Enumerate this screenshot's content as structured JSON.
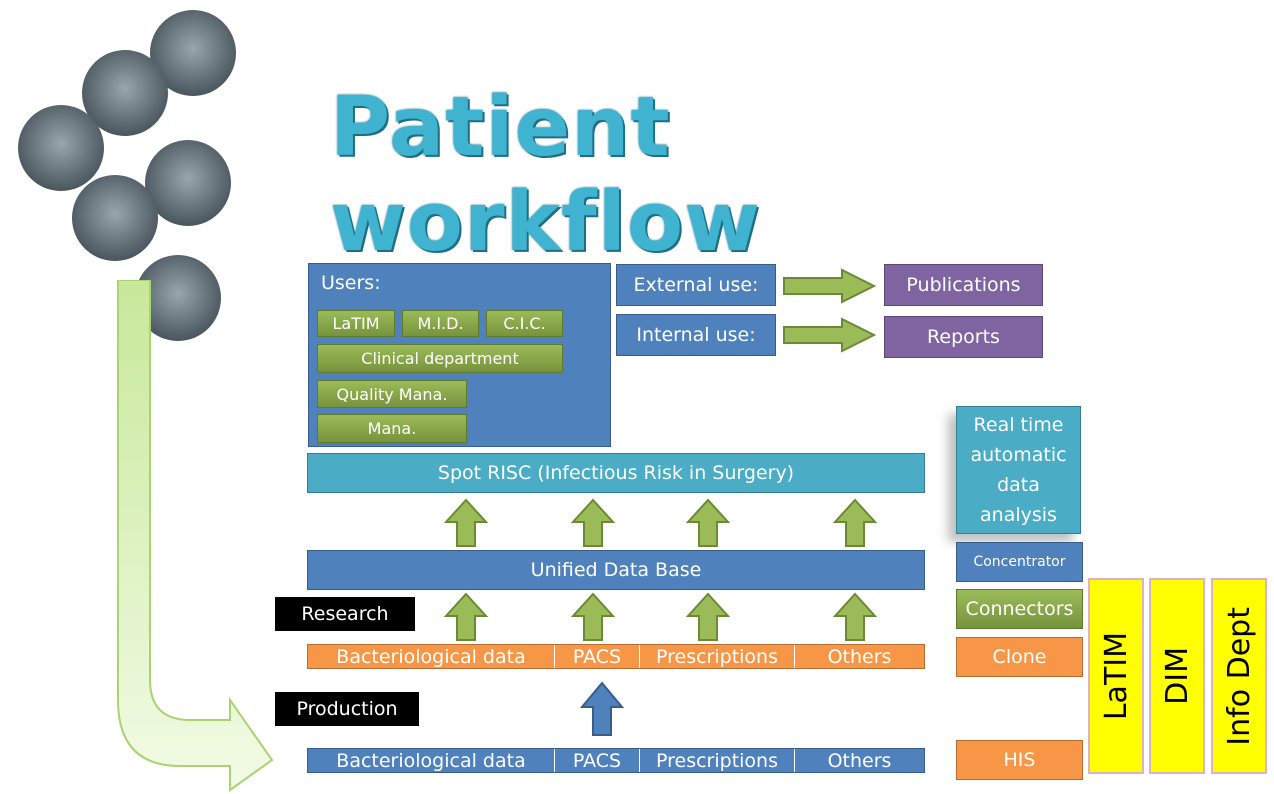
{
  "title": "Patient workflow",
  "users": {
    "label": "Users:",
    "groups": [
      "LaTIM",
      "M.I.D.",
      "C.I.C.",
      "Clinical department",
      "Quality Mana.",
      "Mana."
    ]
  },
  "uses": {
    "external": "External use:",
    "internal": "Internal use:",
    "publications": "Publications",
    "reports": "Reports"
  },
  "spot_risc": "Spot RISC (Infectious Risk in Surgery)",
  "unified_db": "Unified Data Base",
  "research_label": "Research",
  "production_label": "Production",
  "research_row": [
    "Bacteriological data",
    "PACS",
    "Prescriptions",
    "Others"
  ],
  "production_row": [
    "Bacteriological data",
    "PACS",
    "Prescriptions",
    "Others"
  ],
  "legend": {
    "realtime": "Real time automatic data analysis",
    "concentrator": "Concentrator",
    "connectors": "Connectors",
    "clone": "Clone",
    "his": "HIS"
  },
  "teams": [
    "LaTIM",
    "DIM",
    "Info Dept"
  ],
  "colors": {
    "blue": "#4f81bd",
    "teal": "#4bacc6",
    "green": "#9bbb59",
    "purple": "#8064a2",
    "orange": "#f79646",
    "yellow": "#ffff00",
    "title": "#3fb3cf"
  }
}
